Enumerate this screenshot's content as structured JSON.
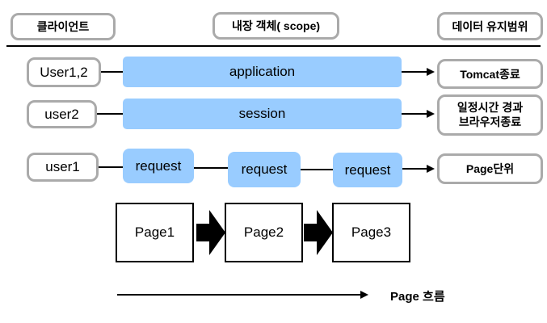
{
  "headers": {
    "client": "클라이언트",
    "scope": "내장 객체( scope)",
    "retention": "데이터 유지범위"
  },
  "application_row": {
    "user": "User1,2",
    "bar": "application",
    "retention": "Tomcat종료"
  },
  "session_row": {
    "user": "user2",
    "bar": "session",
    "retention_line1": "일정시간 경과",
    "retention_line2": "브라우저종료"
  },
  "request_row": {
    "user": "user1",
    "bars": [
      "request",
      "request",
      "request"
    ],
    "retention": "Page단위"
  },
  "pages": [
    "Page1",
    "Page2",
    "Page3"
  ],
  "flow": {
    "label": "Page 흐름"
  },
  "colors": {
    "bar_blue": "#99CCFF",
    "box_border_gray": "#AAAAAA",
    "line_black": "#000000"
  }
}
